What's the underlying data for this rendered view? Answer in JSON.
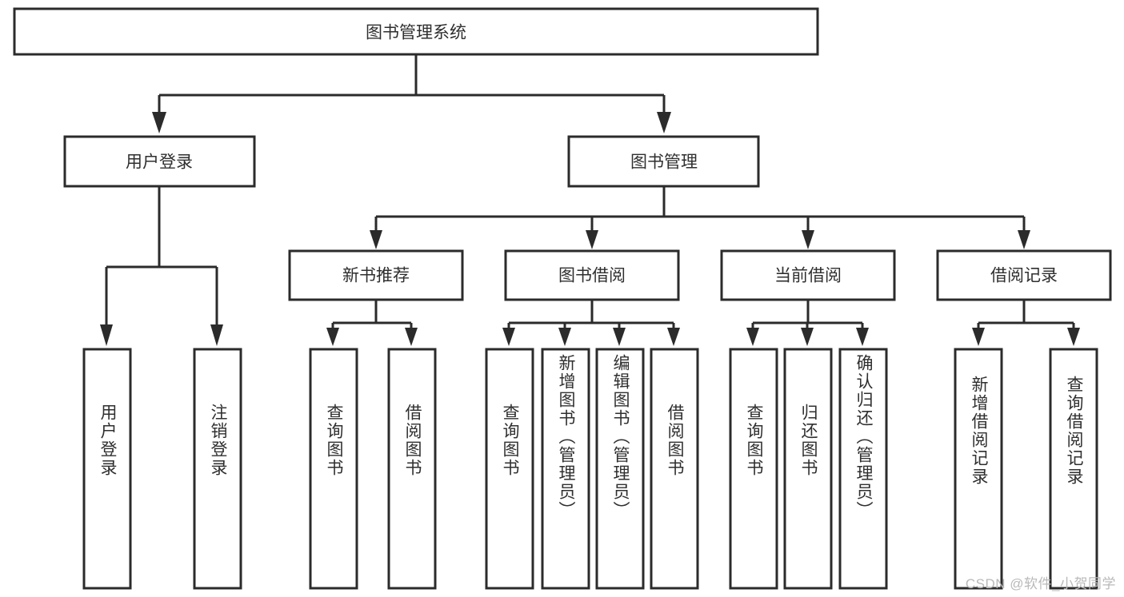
{
  "diagram": {
    "type": "tree-hierarchy-chart",
    "title": "图书管理系统",
    "watermark": "CSDN @软件_小贺同学",
    "colors": {
      "box_stroke": "#2b2b2b",
      "box_fill": "#ffffff",
      "text": "#2f2f2f",
      "watermark": "#b9b9b9",
      "background": "#ffffff"
    },
    "root": {
      "label": "图书管理系统",
      "orientation": "horizontal"
    },
    "level2": [
      {
        "label": "用户登录",
        "orientation": "horizontal"
      },
      {
        "label": "图书管理",
        "orientation": "horizontal"
      }
    ],
    "level3": [
      {
        "label": "新书推荐",
        "orientation": "horizontal",
        "parent": "图书管理"
      },
      {
        "label": "图书借阅",
        "orientation": "horizontal",
        "parent": "图书管理"
      },
      {
        "label": "当前借阅",
        "orientation": "horizontal",
        "parent": "图书管理"
      },
      {
        "label": "借阅记录",
        "orientation": "horizontal",
        "parent": "图书管理"
      }
    ],
    "leaves": {
      "user_login": [
        {
          "label": "用户登录",
          "orientation": "vertical"
        },
        {
          "label": "注销登录",
          "orientation": "vertical"
        }
      ],
      "new_book_recommend": [
        {
          "label": "查询图书",
          "orientation": "vertical"
        },
        {
          "label": "借阅图书",
          "orientation": "vertical"
        }
      ],
      "book_borrow": [
        {
          "label": "查询图书",
          "orientation": "vertical"
        },
        {
          "label": "新增图书（管理员）",
          "orientation": "vertical"
        },
        {
          "label": "编辑图书（管理员）",
          "orientation": "vertical"
        },
        {
          "label": "借阅图书",
          "orientation": "vertical"
        }
      ],
      "current_borrow": [
        {
          "label": "查询图书",
          "orientation": "vertical"
        },
        {
          "label": "归还图书",
          "orientation": "vertical"
        },
        {
          "label": "确认归还（管理员）",
          "orientation": "vertical"
        }
      ],
      "borrow_record": [
        {
          "label": "新增借阅记录",
          "orientation": "vertical"
        },
        {
          "label": "查询借阅记录",
          "orientation": "vertical"
        }
      ]
    }
  }
}
